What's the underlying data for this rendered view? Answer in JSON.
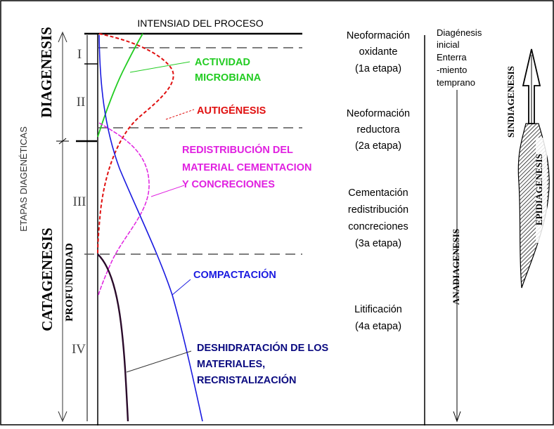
{
  "header": {
    "title": "INTENSIAD DEL PROCESO"
  },
  "left_axis": {
    "etapas_label": "ETAPAS DIAGENÉTICAS",
    "diagenesis_label": "DIAGENESIS",
    "catagenesis_label": "CATAGENESIS",
    "profundidad_label": "PROFUNDIDAD",
    "stages": [
      "I",
      "II",
      "III",
      "IV"
    ]
  },
  "curves": {
    "actividad_microbiana": {
      "label_lines": [
        "ACTIVIDAD",
        "MICROBIANA"
      ],
      "color": "#22cc22"
    },
    "autigenesis": {
      "label_lines": [
        "AUTIGÉNESIS"
      ],
      "color": "#e01010"
    },
    "redistribucion": {
      "label_lines": [
        "REDISTRIBUCIÓN DEL",
        "MATERIAL CEMENTACION",
        "Y CONCRECIONES"
      ],
      "color": "#e020e0"
    },
    "compactacion": {
      "label_lines": [
        "COMPACTACIÓN"
      ],
      "color": "#1a1ae0"
    },
    "deshidratacion": {
      "label_lines": [
        "DESHIDRATACIÓN DE LOS",
        "MATERIALES,",
        "RECRISTALIZACIÓN"
      ],
      "color": "#0a0a80",
      "curve_color": "#2a0a2a"
    }
  },
  "process_stages": [
    {
      "lines": [
        "Neoformación",
        "oxidante",
        "(1a etapa)"
      ]
    },
    {
      "lines": [
        "Neoformación",
        "reductora",
        "(2a etapa)"
      ]
    },
    {
      "lines": [
        "Cementación",
        "redistribución",
        "concreciones",
        "(3a etapa)"
      ]
    },
    {
      "lines": [
        "Litificación",
        "(4a etapa)"
      ]
    }
  ],
  "diagenesis_notes": {
    "lines": [
      "Diagénesis",
      "inicial",
      "Enterra",
      "-miento",
      "temprano"
    ]
  },
  "right_labels": {
    "anadiagenesis": "ANADIAGENESIS",
    "sindiagenesis": "SINDIAGENESIS",
    "epidiagenesis": "EPIDIAGENESIS"
  }
}
